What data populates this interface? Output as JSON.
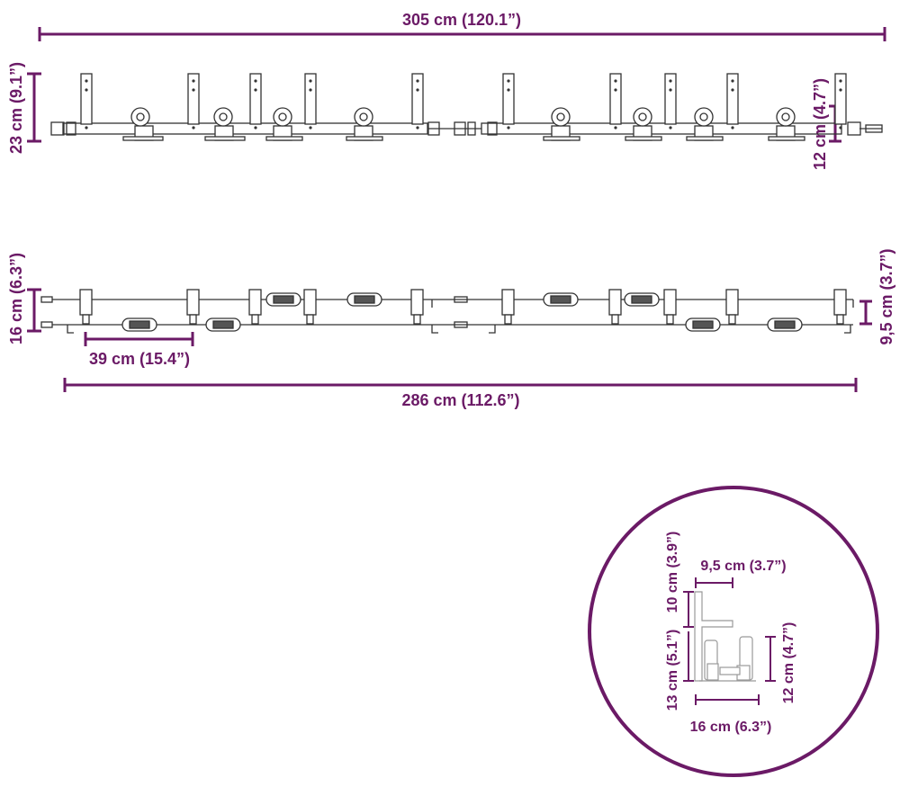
{
  "colors": {
    "accent": "#6b1a66",
    "line": "#333333",
    "background": "#ffffff"
  },
  "top_view": {
    "width_label": "305 cm (120.1”)",
    "height_label": "23 cm (9.1”)",
    "bracket_height_label": "12 cm (4.7”)"
  },
  "side_view": {
    "height_label": "16 cm (6.3”)",
    "spacing_label": "39 cm (15.4”)",
    "length_label": "286 cm (112.6”)",
    "offset_label": "9,5 cm (3.7”)"
  },
  "detail": {
    "top_width_label": "9,5 cm (3.7”)",
    "upper_height_label": "10 cm (3.9”)",
    "total_height_label": "13 cm (5.1”)",
    "right_height_label": "12 cm (4.7”)",
    "bottom_width_label": "16 cm (6.3”)"
  }
}
